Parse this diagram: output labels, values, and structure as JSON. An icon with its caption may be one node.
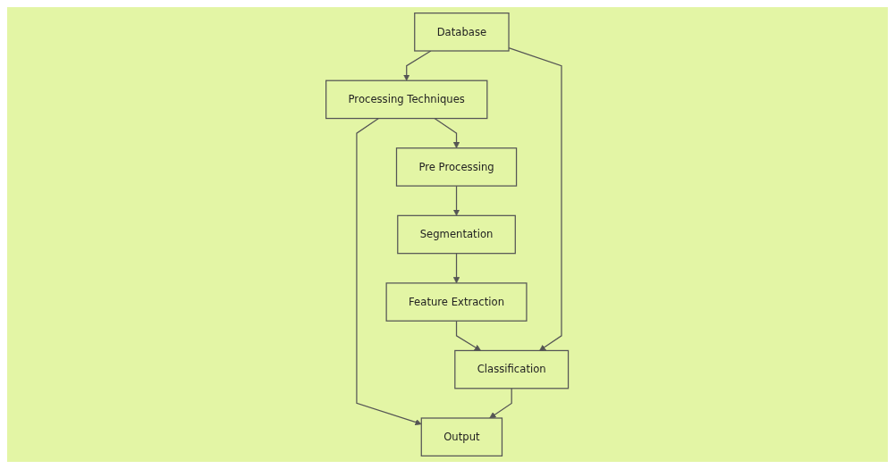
{
  "diagram": {
    "nodes": [
      {
        "text": [
          "Database"
        ]
      },
      {
        "text": [
          "Processing Techniques"
        ]
      },
      {
        "text": [
          "Output"
        ]
      },
      {
        "text": [
          "Pre Processing"
        ]
      },
      {
        "text": [
          "Segmentation"
        ]
      },
      {
        "text": [
          "Feature Extraction"
        ]
      },
      {
        "text": [
          "Classification"
        ]
      }
    ],
    "edges": [
      {
        "from": 0,
        "to": 1,
        "arrow": "to"
      },
      {
        "from": 1,
        "to": 2,
        "arrow": "to"
      },
      {
        "from": 1,
        "to": 3,
        "arrow": "to"
      },
      {
        "from": 3,
        "to": 4,
        "arrow": "to"
      },
      {
        "from": 4,
        "to": 5,
        "arrow": "to"
      },
      {
        "from": 5,
        "to": 6,
        "arrow": "to"
      },
      {
        "from": 0,
        "to": 6,
        "arrow": "to"
      },
      {
        "from": 6,
        "to": 2,
        "arrow": "to"
      }
    ]
  }
}
